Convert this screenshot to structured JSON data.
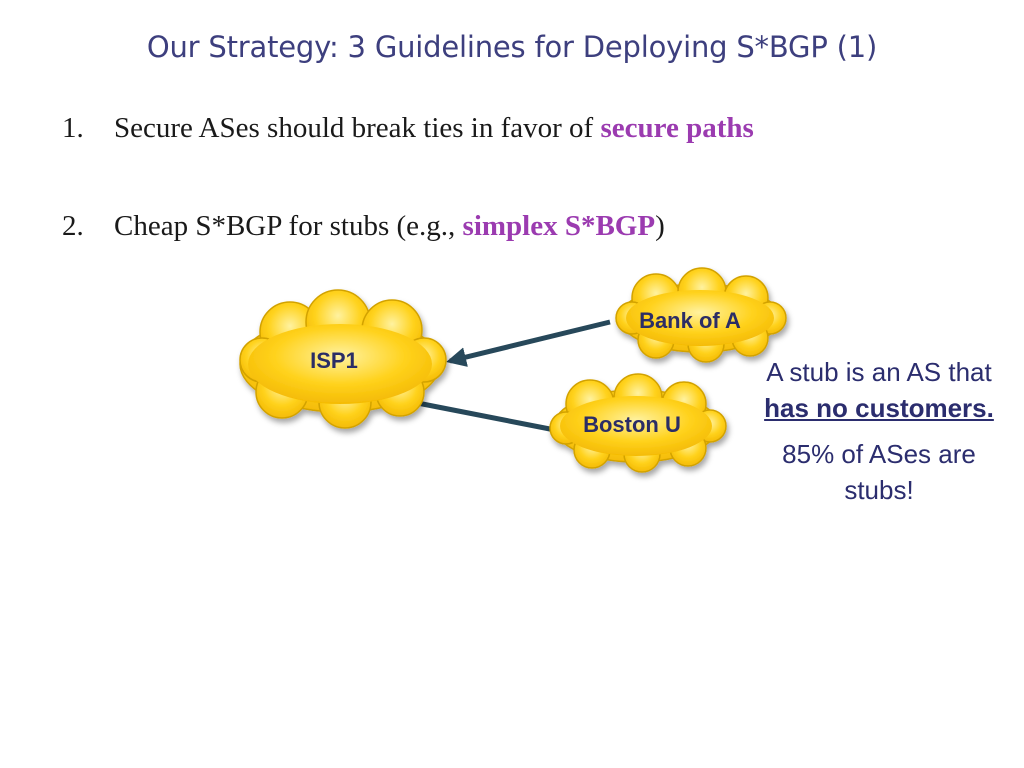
{
  "slide": {
    "title": "Our Strategy: 3 Guidelines for Deploying S*BGP (1)",
    "guidelines": [
      {
        "number": "1.",
        "text_before": "Secure ASes should break ties in favor of ",
        "highlight": "secure paths",
        "text_after": ""
      },
      {
        "number": "2.",
        "text_before": "Cheap S*BGP for stubs (e.g., ",
        "highlight": "simplex S*BGP",
        "text_after": ")"
      }
    ]
  },
  "diagram": {
    "nodes": {
      "isp": "ISP1",
      "bank": "Bank of A",
      "university": "Boston U"
    },
    "edges": [
      {
        "from": "bank",
        "to": "isp"
      },
      {
        "from": "university",
        "to": "isp"
      }
    ]
  },
  "note": {
    "line1_a": "A stub is an AS that ",
    "line1_b": "has no customers.",
    "line2": "85% of ASes are stubs!"
  },
  "colors": {
    "title": "#3d3f7e",
    "highlight": "#9b3bb0",
    "cloud_fill": "#ffd21c",
    "cloud_stroke": "#c79a00",
    "arrow": "#27485a",
    "note": "#2b2d6e"
  }
}
